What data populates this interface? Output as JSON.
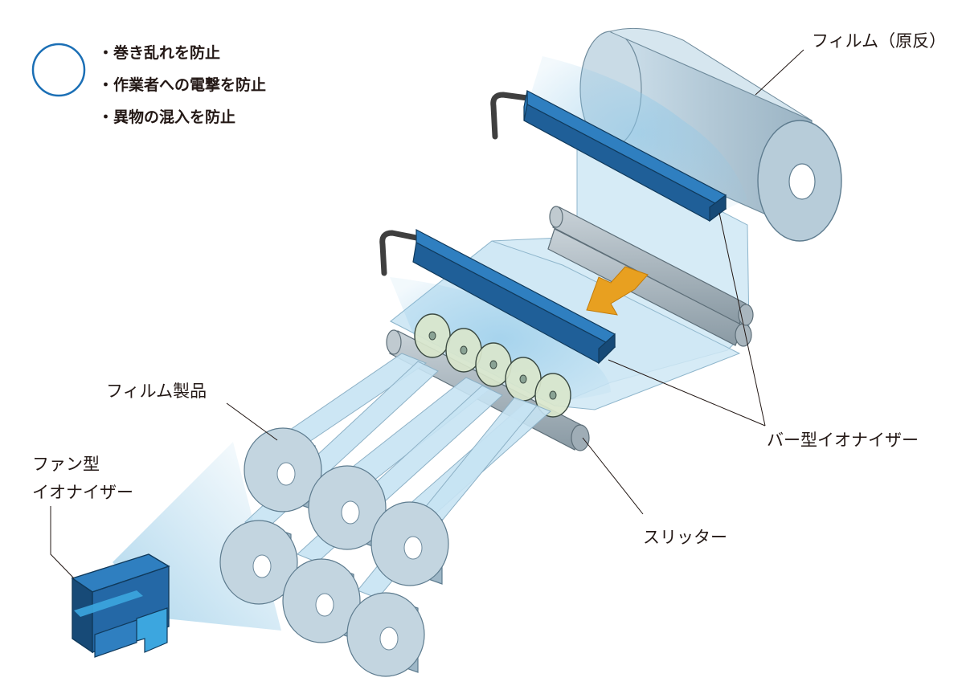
{
  "legend": {
    "items": [
      "・巻き乱れを防止",
      "・作業者への電撃を防止",
      "・異物の混入を防止"
    ]
  },
  "labels": {
    "film_original": "フィルム（原反）",
    "film_product": "フィルム製品",
    "fan_ionizer_line1": "ファン型",
    "fan_ionizer_line2": "イオナイザー",
    "bar_ionizer": "バー型イオナイザー",
    "slitter": "スリッター"
  },
  "colors": {
    "ionizer_blue": "#2f7fc0",
    "legend_circle": "#1b6fb5",
    "arrow_orange": "#e8a020",
    "film_blue": "#cfe7f4",
    "coil_gray": "#b4c9d6"
  },
  "icons": [
    "legend-circle-icon",
    "flow-direction-arrow-icon"
  ]
}
